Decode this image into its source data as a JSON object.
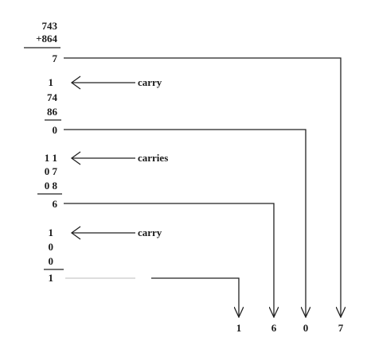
{
  "step1": {
    "top": "743",
    "bottom": "+864",
    "result": "7"
  },
  "step2": {
    "carry": "1",
    "carry_label": "carry",
    "top": "74",
    "bottom": "86",
    "result": "0"
  },
  "step3": {
    "carry": "1 1",
    "carry_label": "carries",
    "top": "0 7",
    "bottom": "0 8",
    "result": "6"
  },
  "step4": {
    "carry": "1",
    "carry_label": "carry",
    "top": "0",
    "bottom": "0",
    "result": "1"
  },
  "answer_digits": [
    "1",
    "6",
    "0",
    "7"
  ]
}
